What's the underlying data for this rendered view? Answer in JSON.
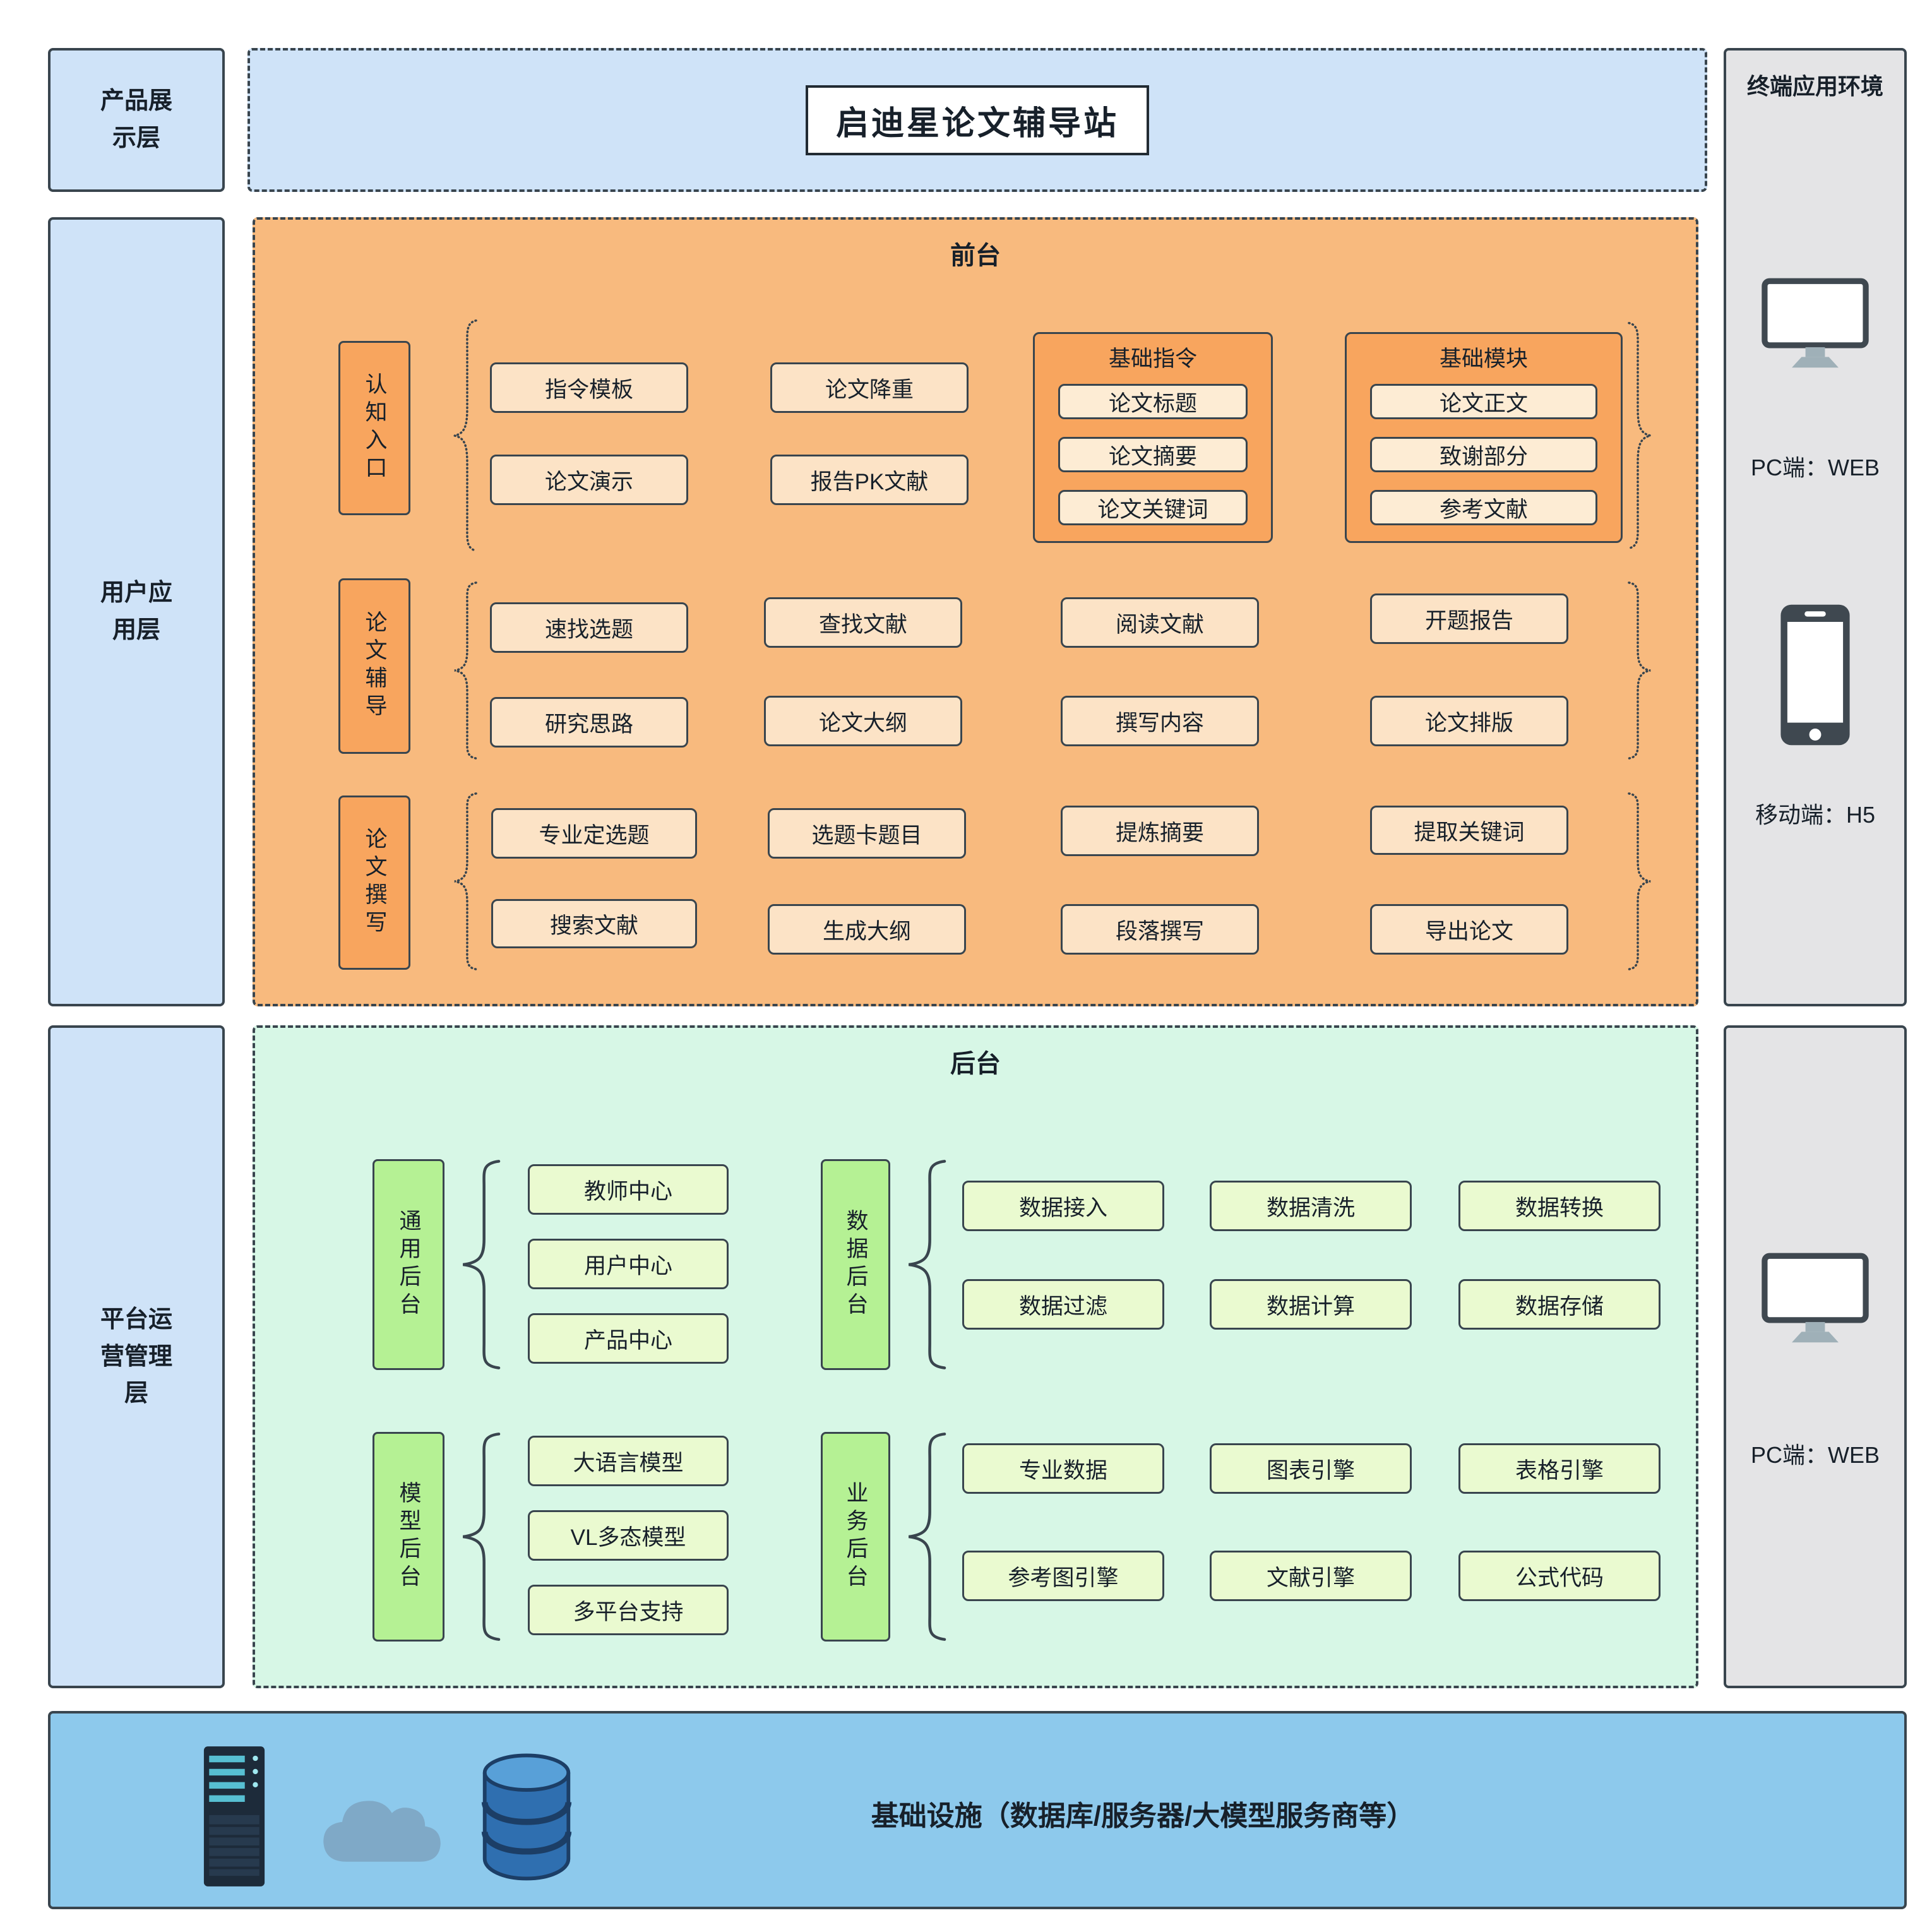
{
  "title": "启迪星论文辅导站",
  "layers": {
    "product": "产品展示层",
    "user": "用户应用层",
    "platform": "平台运营管理层"
  },
  "frontend": {
    "label": "前台",
    "row1": {
      "category": "认知入口",
      "items": [
        "指令模板",
        "论文演示",
        "论文降重",
        "报告PK文献"
      ],
      "group1": {
        "label": "基础指令",
        "items": [
          "论文标题",
          "论文摘要",
          "论文关键词"
        ]
      },
      "group2": {
        "label": "基础模块",
        "items": [
          "论文正文",
          "致谢部分",
          "参考文献"
        ]
      }
    },
    "row2": {
      "category": "论文辅导",
      "items": [
        "速找选题",
        "研究思路",
        "查找文献",
        "论文大纲",
        "阅读文献",
        "撰写内容",
        "开题报告",
        "论文排版"
      ]
    },
    "row3": {
      "category": "论文撰写",
      "items": [
        "专业定选题",
        "搜索文献",
        "选题卡题目",
        "生成大纲",
        "提炼摘要",
        "段落撰写",
        "提取关键词",
        "导出论文"
      ]
    }
  },
  "backend": {
    "label": "后台",
    "general": {
      "category": "通用后台",
      "items": [
        "教师中心",
        "用户中心",
        "产品中心"
      ]
    },
    "data": {
      "category": "数据后台",
      "items": [
        "数据接入",
        "数据清洗",
        "数据转换",
        "数据过滤",
        "数据计算",
        "数据存储"
      ]
    },
    "model": {
      "category": "模型后台",
      "items": [
        "大语言模型",
        "VL多态模型",
        "多平台支持"
      ]
    },
    "business": {
      "category": "业务后台",
      "items": [
        "专业数据",
        "图表引擎",
        "表格引擎",
        "参考图引擎",
        "文献引擎",
        "公式代码"
      ]
    }
  },
  "terminal": {
    "title": "终端应用环境",
    "pc_web": "PC端：WEB",
    "mobile_h5": "移动端：H5",
    "pc_web_2": "PC端：WEB"
  },
  "infrastructure": {
    "label": "基础设施（数据库/服务器/大模型服务商等）"
  },
  "icons": {
    "terminal_pc": "monitor-icon",
    "terminal_mobile": "phone-icon",
    "infrastructure": [
      "server-icon",
      "cloud-icon",
      "database-icon"
    ]
  },
  "colors": {
    "layer_blue": "#cfe3f8",
    "frontend_orange": "#f8ba7e",
    "accent_orange": "#f8a55e",
    "item_peach": "#fce3c6",
    "backend_mint": "#d7f7e6",
    "category_green": "#b5f194",
    "item_green": "#eafad0",
    "terminal_gray": "#e4e4e6",
    "infra_blue": "#8dc9ec",
    "border_dark": "#39454e"
  }
}
